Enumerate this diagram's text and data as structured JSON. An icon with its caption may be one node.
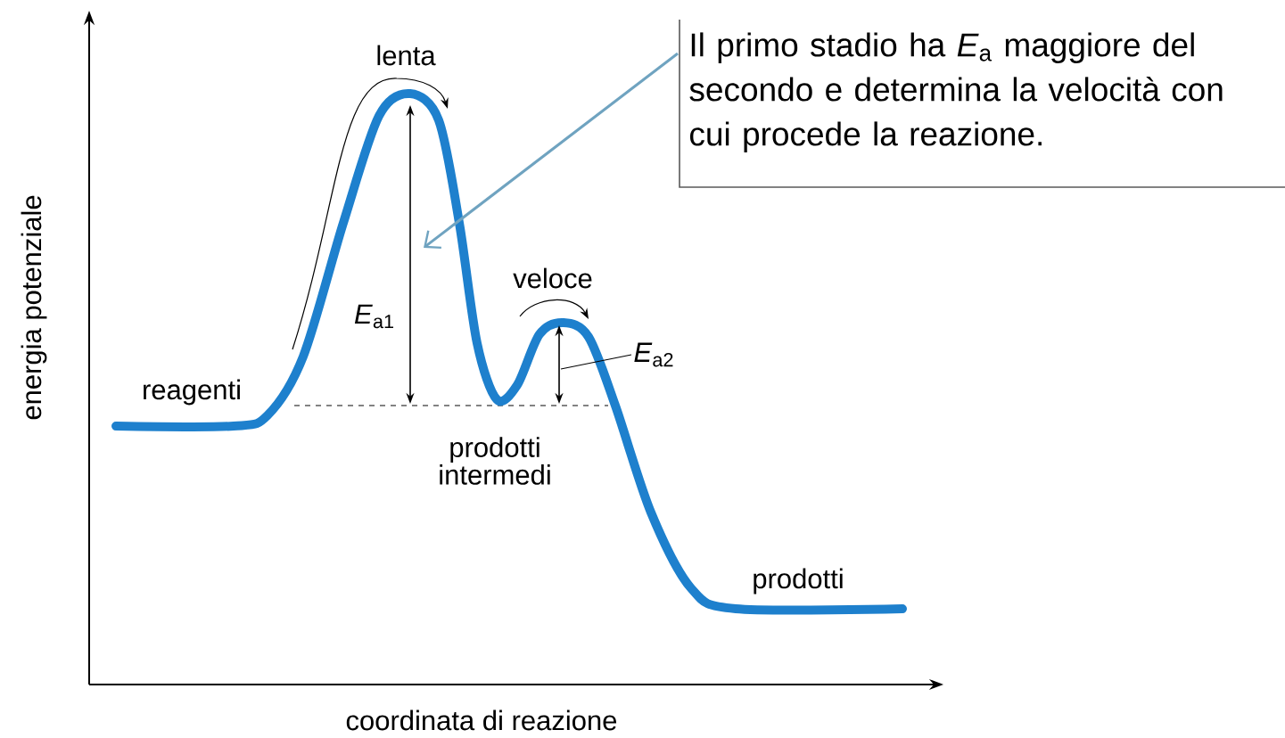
{
  "diagram": {
    "nodes": [
      {
        "text": [
          "Il primo stadio ha *E*$_{a}$ maggiore del secondo e determina la velocità con cui procede la reazione."
        ]
      },
      {
        "text": [
          "*E*$_{a2}$"
        ]
      }
    ],
    "edges": [
      {
        "from": 0,
        "to": null,
        "arrow": "to",
        "color": "#6fa3c0"
      },
      {
        "from": 1,
        "to": null,
        "arrow": "none",
        "color": "#000000"
      }
    ],
    "labels": [
      "lenta",
      "energia potenziale",
      "veloce",
      "*E*$_{a1}$",
      "reagenti",
      "prodotti intermedi",
      "prodotti",
      "coordinata di reazione"
    ]
  }
}
